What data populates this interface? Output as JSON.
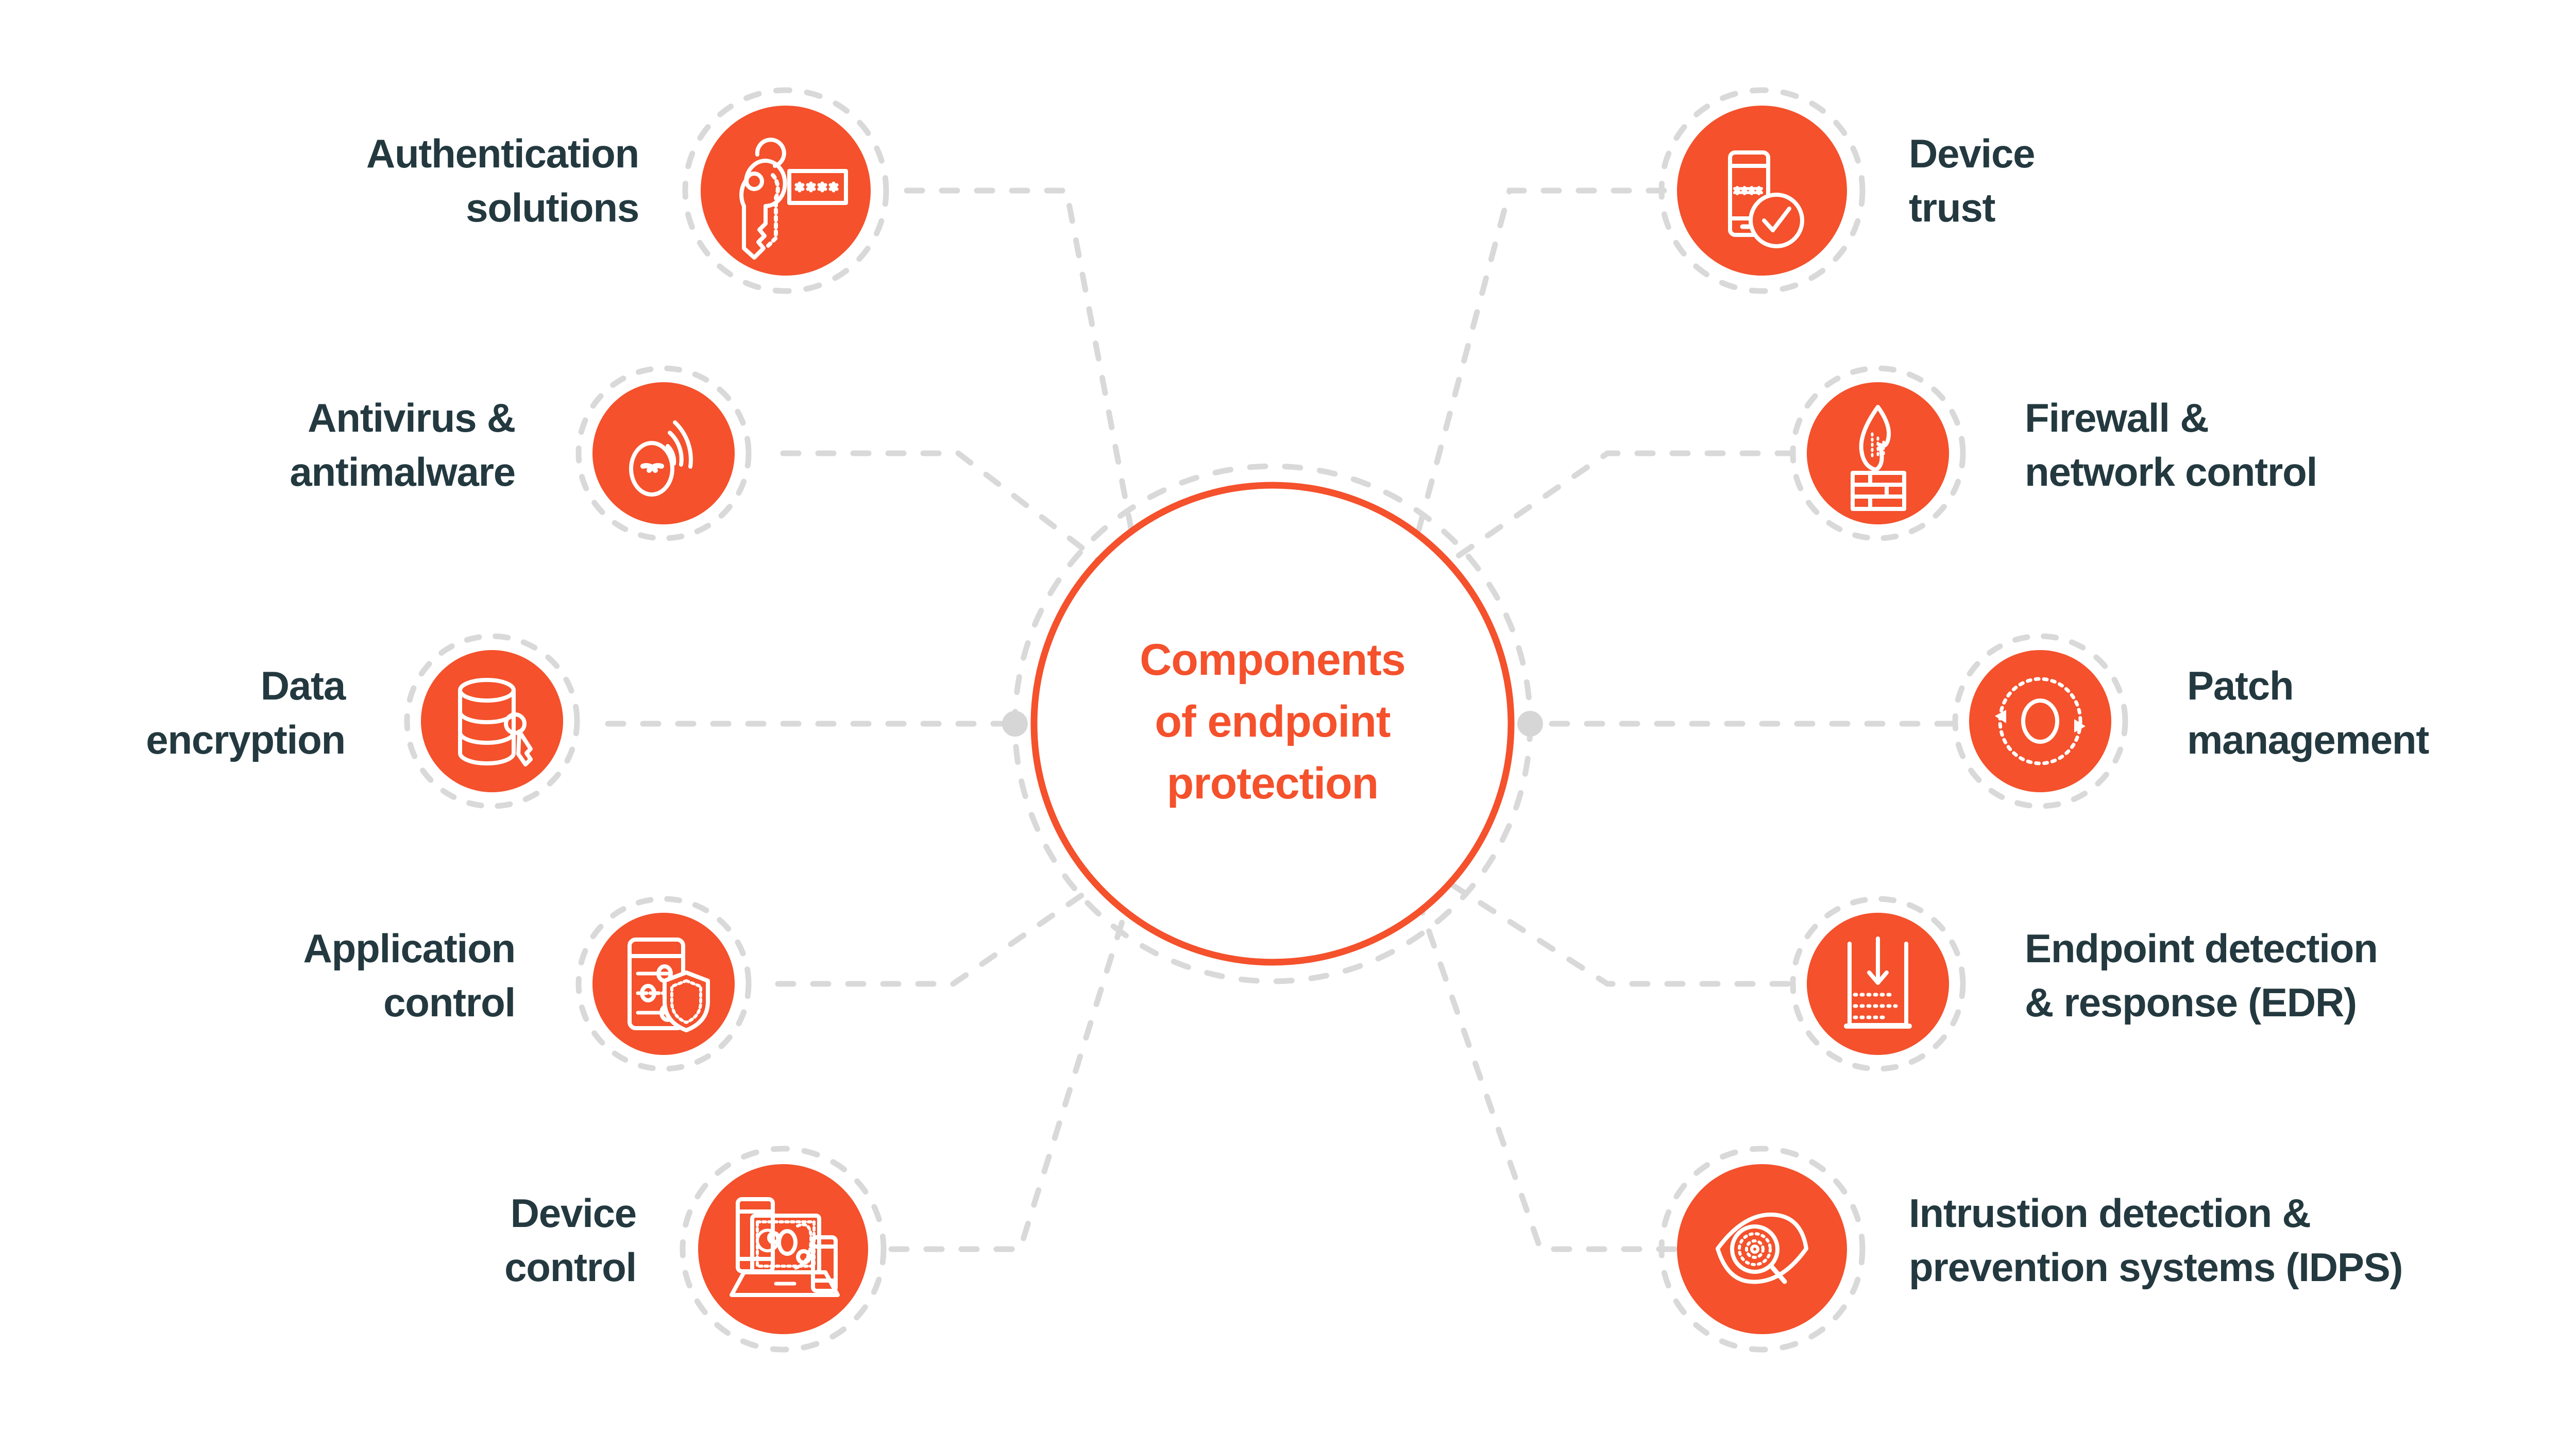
{
  "hub": {
    "title_lines": [
      "Components",
      "of endpoint",
      "protection"
    ],
    "accent_color": "#F4512C"
  },
  "theme": {
    "background": "#FFFFFF",
    "node_fill": "#F4512C",
    "label_color": "#23393F",
    "connector_color": "#D8D8D8",
    "icon_color": "#FFFFFF"
  },
  "nodes": [
    {
      "id": "authentication-solutions",
      "side": "left",
      "label_lines": [
        "Authentication",
        "solutions"
      ],
      "icon": "key-password-icon"
    },
    {
      "id": "antivirus-antimalware",
      "side": "left",
      "label_lines": [
        "Antivirus &",
        "antimalware"
      ],
      "icon": "malware-radar-icon"
    },
    {
      "id": "data-encryption",
      "side": "left",
      "label_lines": [
        "Data",
        "encryption"
      ],
      "icon": "database-key-icon"
    },
    {
      "id": "application-control",
      "side": "left",
      "label_lines": [
        "Application",
        "control"
      ],
      "icon": "settings-shield-icon"
    },
    {
      "id": "device-control",
      "side": "left",
      "label_lines": [
        "Device",
        "control"
      ],
      "icon": "multi-device-icon"
    },
    {
      "id": "device-trust",
      "side": "right",
      "label_lines": [
        "Device",
        "trust"
      ],
      "icon": "phone-check-icon"
    },
    {
      "id": "firewall-network-control",
      "side": "right",
      "label_lines": [
        "Firewall &",
        "network control"
      ],
      "icon": "firewall-flame-icon"
    },
    {
      "id": "patch-management",
      "side": "right",
      "label_lines": [
        "Patch",
        "management"
      ],
      "icon": "refresh-cycle-icon"
    },
    {
      "id": "endpoint-detection-response",
      "side": "right",
      "label_lines": [
        "Endpoint detection",
        "& response (EDR)"
      ],
      "icon": "arrow-into-container-icon"
    },
    {
      "id": "intrusion-detection-prevention",
      "side": "right",
      "label_lines": [
        "Intrustion detection &",
        "prevention systems (IDPS)"
      ],
      "icon": "eye-scan-icon"
    }
  ]
}
